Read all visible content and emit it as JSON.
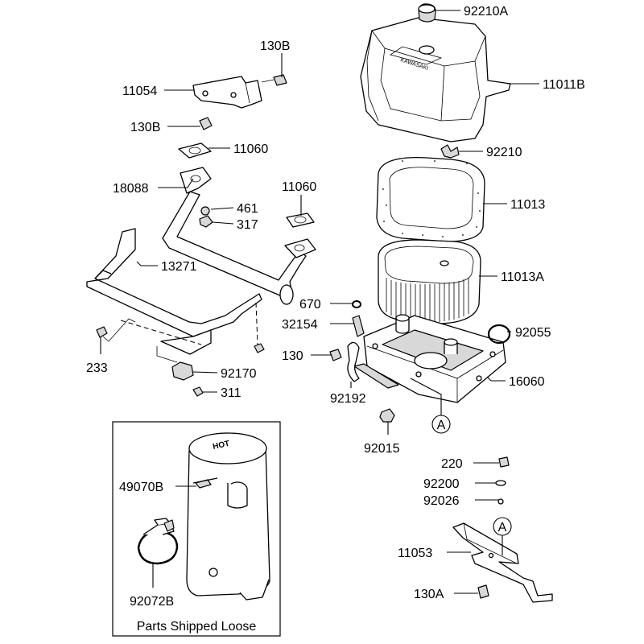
{
  "callouts": [
    {
      "id": "c-92210A",
      "label": "92210A"
    },
    {
      "id": "c-130B-top",
      "label": "130B"
    },
    {
      "id": "c-11054",
      "label": "11054"
    },
    {
      "id": "c-11011B",
      "label": "11011B"
    },
    {
      "id": "c-130B-mid",
      "label": "130B"
    },
    {
      "id": "c-11060-a",
      "label": "11060"
    },
    {
      "id": "c-92210",
      "label": "92210"
    },
    {
      "id": "c-18088",
      "label": "18088"
    },
    {
      "id": "c-11060-b",
      "label": "11060"
    },
    {
      "id": "c-11013",
      "label": "11013"
    },
    {
      "id": "c-461",
      "label": "461"
    },
    {
      "id": "c-317",
      "label": "317"
    },
    {
      "id": "c-13271",
      "label": "13271"
    },
    {
      "id": "c-11013A",
      "label": "11013A"
    },
    {
      "id": "c-670",
      "label": "670"
    },
    {
      "id": "c-32154",
      "label": "32154"
    },
    {
      "id": "c-92055",
      "label": "92055"
    },
    {
      "id": "c-130",
      "label": "130"
    },
    {
      "id": "c-233",
      "label": "233"
    },
    {
      "id": "c-92170",
      "label": "92170"
    },
    {
      "id": "c-16060",
      "label": "16060"
    },
    {
      "id": "c-311",
      "label": "311"
    },
    {
      "id": "c-92192",
      "label": "92192"
    },
    {
      "id": "c-92015",
      "label": "92015"
    },
    {
      "id": "c-220",
      "label": "220"
    },
    {
      "id": "c-49070B",
      "label": "49070B"
    },
    {
      "id": "c-92200",
      "label": "92200"
    },
    {
      "id": "c-92026",
      "label": "92026"
    },
    {
      "id": "c-11053",
      "label": "11053"
    },
    {
      "id": "c-92072B",
      "label": "92072B"
    },
    {
      "id": "c-130A",
      "label": "130A"
    }
  ],
  "reference_markers": [
    {
      "id": "ref-a-base",
      "label": "A"
    },
    {
      "id": "ref-a-bracket",
      "label": "A"
    }
  ],
  "loose_parts_box": {
    "caption": "Parts Shipped Loose"
  }
}
